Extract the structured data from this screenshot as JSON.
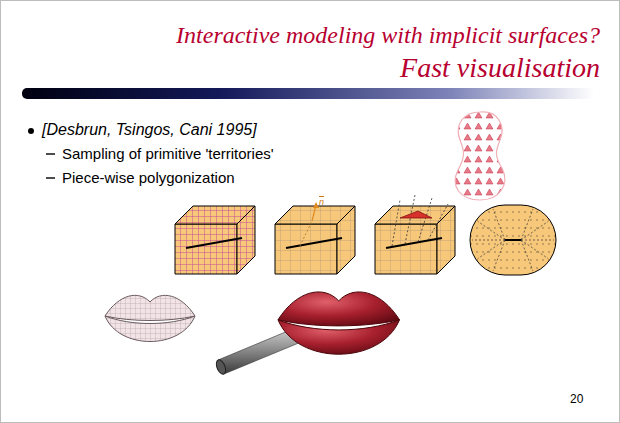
{
  "diagram": {
    "title": "Interactive modeling with implicit surfaces?",
    "labels": [
      "Fast visualisation",
      "[Desbrun, Tsingos, Cani 1995]",
      "Sampling of primitive 'territories'",
      "Piece-wise polygonization",
      "n",
      "20"
    ]
  }
}
